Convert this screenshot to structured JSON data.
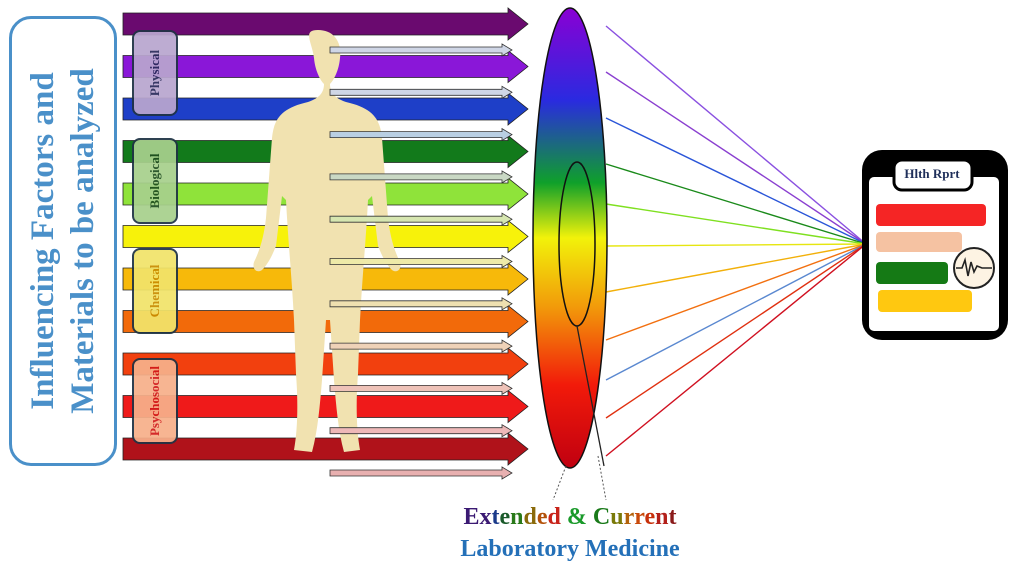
{
  "title_box": {
    "line1": "Influencing Factors and",
    "line2": "Materials to be analyzed",
    "color": "#4a90c9"
  },
  "factors": [
    {
      "label": "Physical",
      "fill": "#b9a6cf",
      "text_color": "#2a2a5a"
    },
    {
      "label": "Biological",
      "fill": "#a7d08c",
      "text_color": "#1f4d1f"
    },
    {
      "label": "Chemical",
      "fill": "#f2e46a",
      "text_color": "#c98b00"
    },
    {
      "label": "Psychosocial",
      "fill": "#f7b08a",
      "text_color": "#d11a1a"
    }
  ],
  "spectrum_arrows": [
    "#6a0a6f",
    "#8a17d8",
    "#1e3fc8",
    "#127a1b",
    "#8fe33a",
    "#f7f20a",
    "#f7b90a",
    "#f26a0a",
    "#f2400e",
    "#ef1a1a",
    "#b0121a"
  ],
  "small_arrows": [
    "#cfd6e6",
    "#cfd6e6",
    "#b9cfe3",
    "#c9d8c4",
    "#d6e6b0",
    "#eeeaa8",
    "#efe0b0",
    "#efd2b8",
    "#eec2b8",
    "#eeb8b8",
    "#e8b0b0"
  ],
  "lens": {
    "colors": [
      "#8a00d4",
      "#2a2ae0",
      "#0fa02a",
      "#f2f20a",
      "#f29a0a",
      "#f21a0a",
      "#c00010"
    ]
  },
  "rays": [
    "#8a50e0",
    "#8a3fd0",
    "#2a55d8",
    "#1a8a1a",
    "#7fe020",
    "#e6e610",
    "#f2b00a",
    "#f27010",
    "#5a88d0",
    "#e03010",
    "#d01020"
  ],
  "report": {
    "title": "Hlth Rprt",
    "bars": [
      "#f52525",
      "#f5c2a2",
      "#157a15",
      "#ffc810"
    ]
  },
  "caption": {
    "word_extended": [
      "E",
      "x",
      "t",
      "e",
      "n",
      "d",
      "e",
      "d"
    ],
    "word_extended_colors": [
      "#3b1a73",
      "#3b1a73",
      "#1a3a8a",
      "#1a5a2a",
      "#2a7a1a",
      "#8a6a0a",
      "#b3520a",
      "#c8231a"
    ],
    "amp": "&",
    "amp_color": "#1a9a2a",
    "word_current": [
      "C",
      "u",
      "r",
      "r",
      "e",
      "n",
      "t"
    ],
    "word_current_colors": [
      "#1a7a1a",
      "#7a7a0a",
      "#b3620a",
      "#c84a0a",
      "#c8300a",
      "#b3201a",
      "#8a1a1a"
    ],
    "line2": "Laboratory Medicine",
    "line2_color": "#2470b8"
  }
}
